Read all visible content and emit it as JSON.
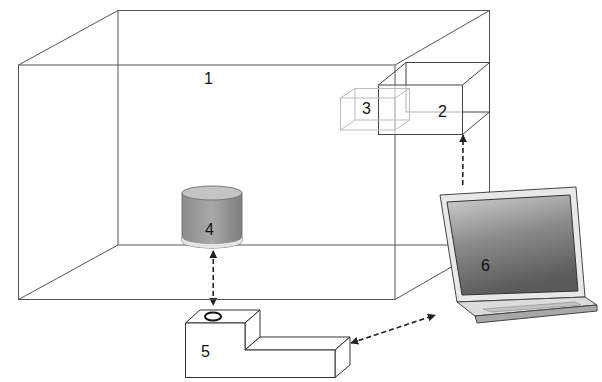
{
  "diagram": {
    "nodes": [
      {
        "text": [
          "1"
        ]
      },
      {
        "text": [
          "2"
        ]
      },
      {
        "text": [
          "3"
        ]
      },
      {
        "text": [
          "4"
        ],
        "in": 0
      },
      {
        "text": [
          "5"
        ]
      },
      {
        "text": [
          "6"
        ]
      }
    ],
    "edges": [
      {
        "from": 3,
        "to": 4,
        "arrow": "both"
      },
      {
        "from": 4,
        "to": 5,
        "arrow": "both"
      },
      {
        "from": 5,
        "to": 1,
        "arrow": "to"
      }
    ]
  }
}
